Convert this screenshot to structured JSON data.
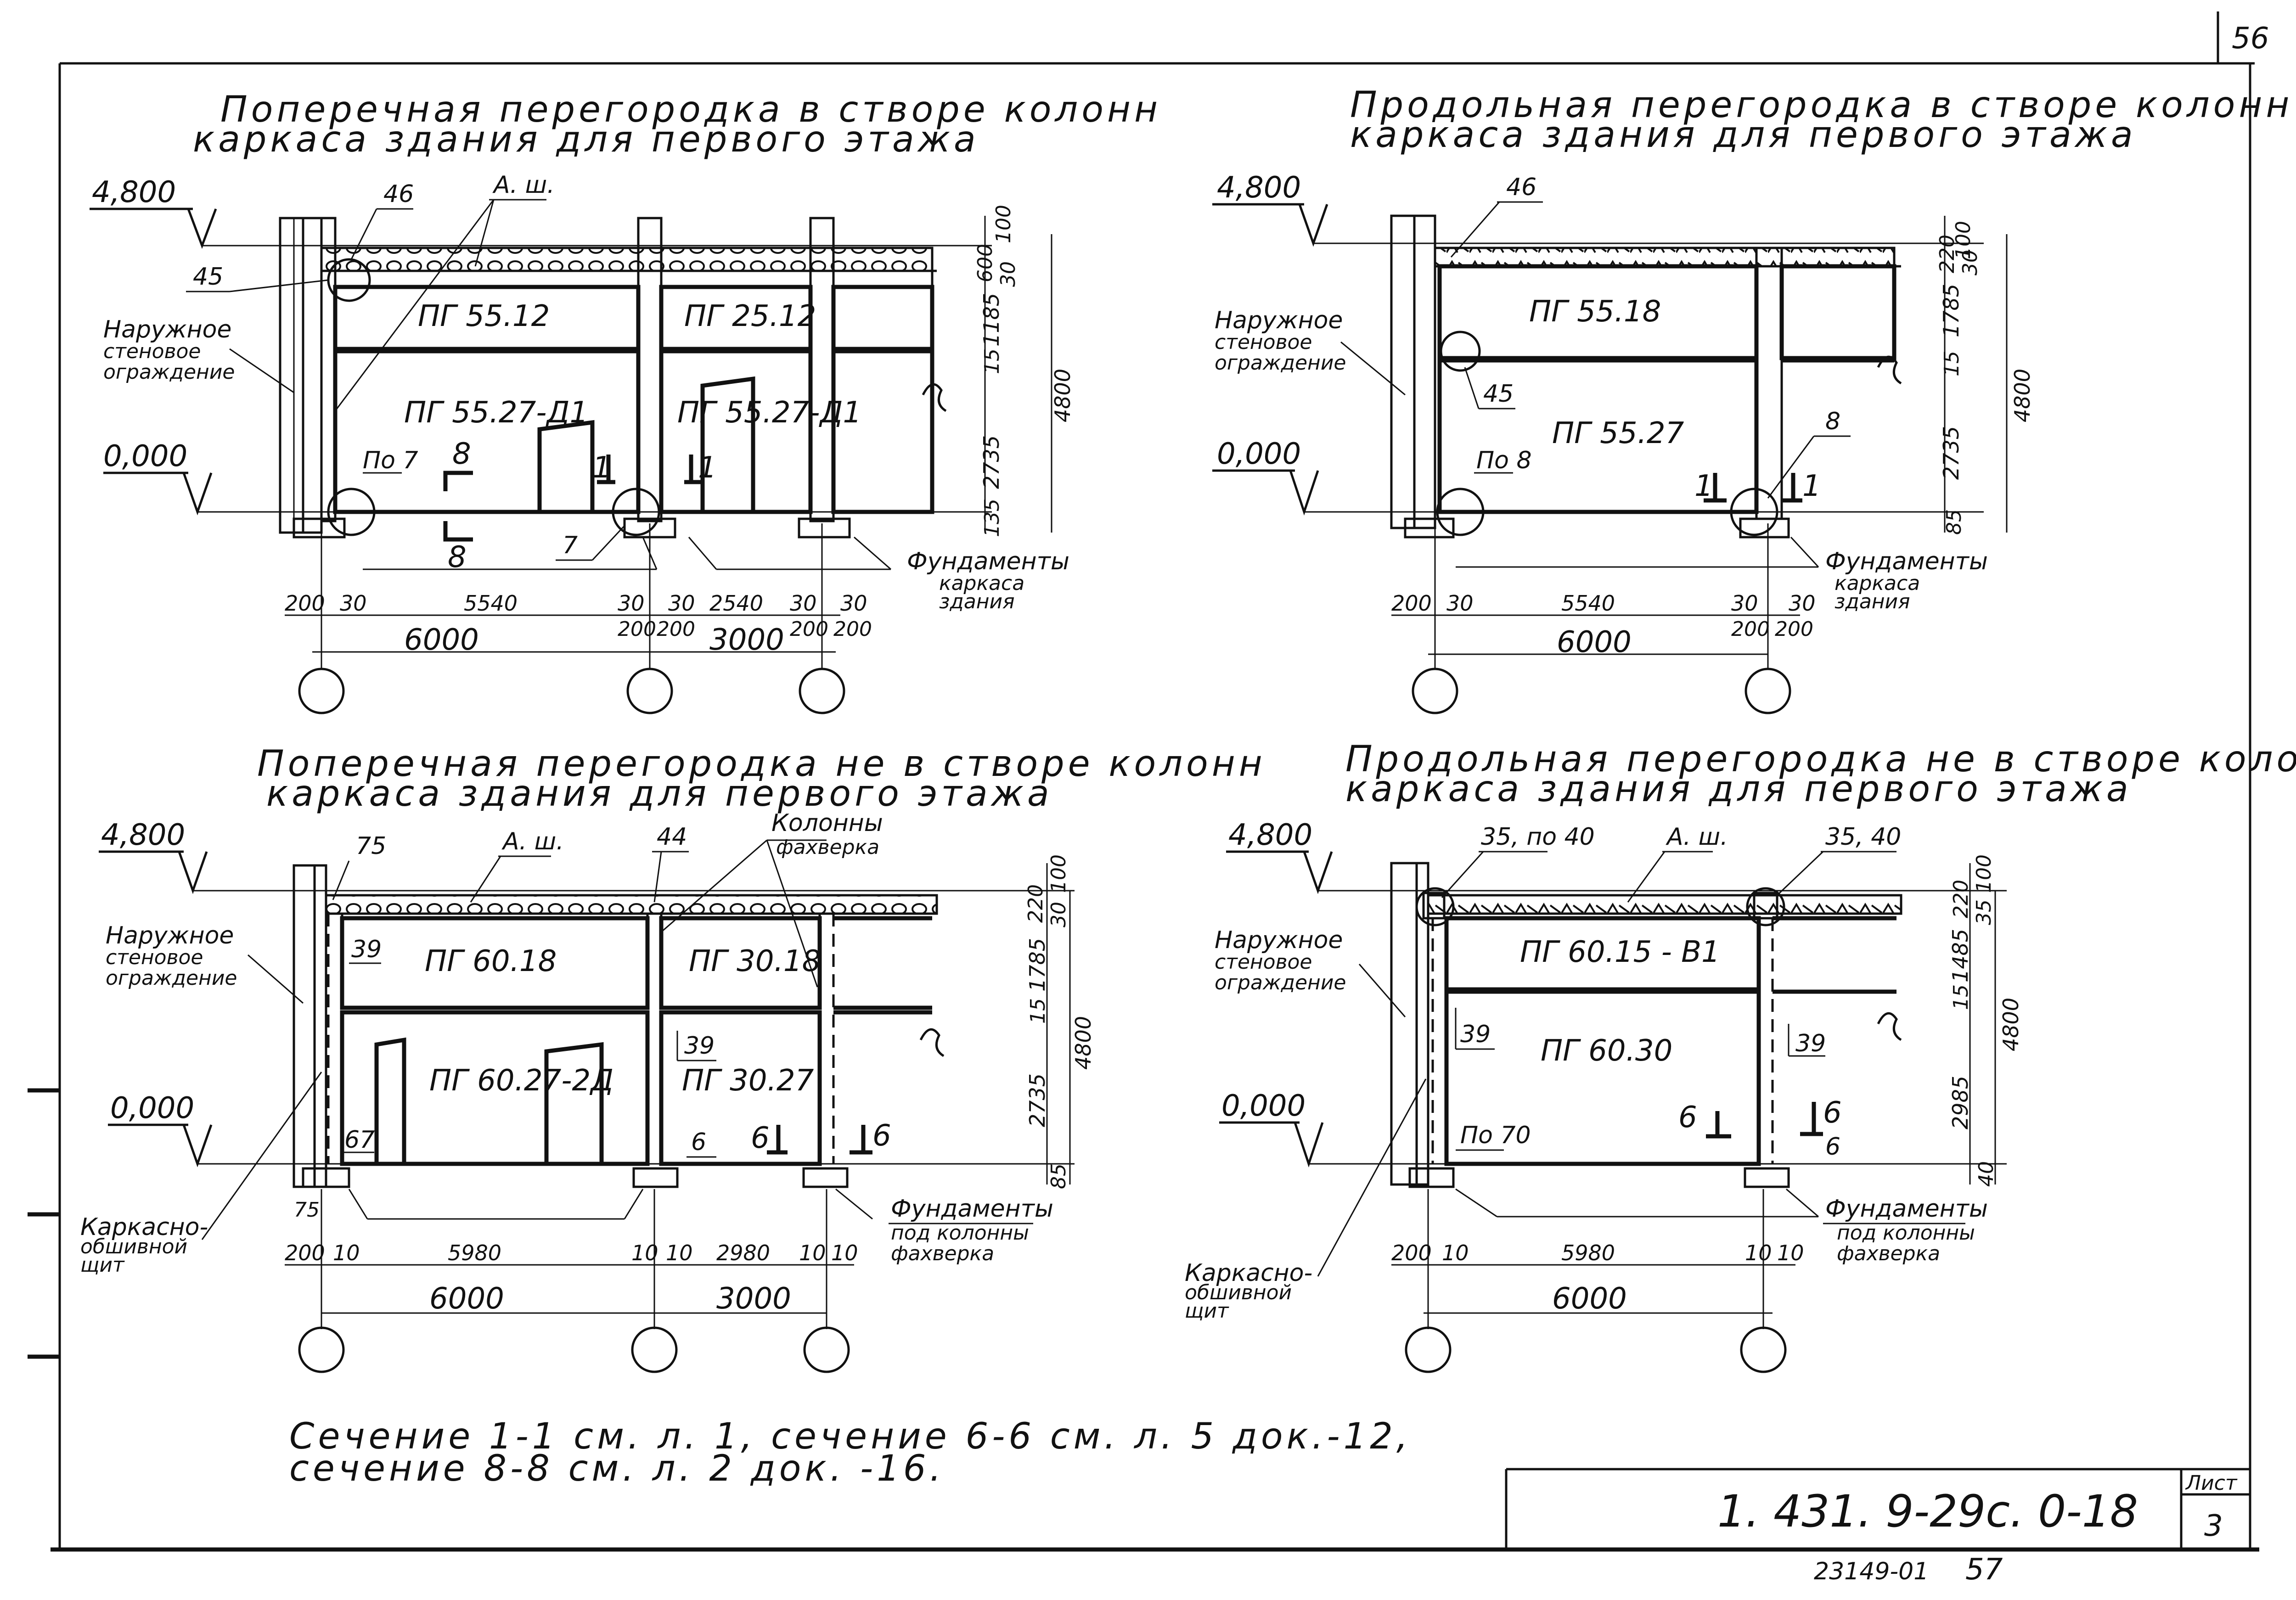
{
  "page_number": "56",
  "views": {
    "tl": {
      "title_1": "Поперечная перегородка в створе колонн",
      "title_2": "каркаса здания для первого этажа",
      "level_top": "4,800",
      "level_zero": "0,000",
      "callout_a": "46",
      "callout_b": "А. ш.",
      "callout_c": "45",
      "wall_label_1": "Наружное",
      "wall_label_2": "стеновое",
      "wall_label_3": "ограждение",
      "panel_1": "ПГ 55.12",
      "panel_2": "ПГ 25.12",
      "panel_3": "ПГ 55.27-Д1",
      "panel_4": "ПГ 55.27-Д1",
      "node_1": "По 7",
      "node_2": "7",
      "section_8_top": "8",
      "section_8_bottom": "8",
      "section_1_left": "1",
      "section_1_right": "1",
      "found_1": "Фундаменты",
      "found_2": "каркаса",
      "found_3": "здания",
      "dim_h_1": "100",
      "dim_h_2": "600",
      "dim_h_3": "30",
      "dim_h_4": "1185",
      "dim_h_5": "15",
      "dim_h_6": "2735",
      "dim_h_7": "135",
      "dim_h_total": "4800",
      "dim_w": [
        "200",
        "30",
        "5540",
        "30",
        "30",
        "2540",
        "30",
        "30"
      ],
      "dim_w_bottom": [
        "200",
        "200",
        "200",
        "200"
      ],
      "axis_1": "6000",
      "axis_2": "3000"
    },
    "tr": {
      "title_1": "Продольная перегородка в створе колонн",
      "title_2": "каркаса здания для первого этажа",
      "level_top": "4,800",
      "level_zero": "0,000",
      "callout_a": "46",
      "callout_b": "45",
      "callout_c": "8",
      "wall_label_1": "Наружное",
      "wall_label_2": "стеновое",
      "wall_label_3": "ограждение",
      "panel_1": "ПГ 55.18",
      "panel_2": "ПГ 55.27",
      "node_1": "По 8",
      "section_1_left": "1",
      "section_1_right": "1",
      "found_1": "Фундаменты",
      "found_2": "каркаса",
      "found_3": "здания",
      "dim_h_1": "100",
      "dim_h_2": "220",
      "dim_h_3": "30",
      "dim_h_4": "1785",
      "dim_h_5": "15",
      "dim_h_6": "2735",
      "dim_h_7": "85",
      "dim_h_total": "4800",
      "dim_w": [
        "200",
        "30",
        "5540",
        "30",
        "30"
      ],
      "dim_w_bottom": [
        "200",
        "200"
      ],
      "axis_1": "6000"
    },
    "bl": {
      "title_1": "Поперечная перегородка не в створе колонн",
      "title_2": "каркаса здания для первого этажа",
      "level_top": "4,800",
      "level_zero": "0,000",
      "callout_a": "75",
      "callout_b": "А. ш.",
      "callout_c": "44",
      "callout_d_1": "Колонны",
      "callout_d_2": "фахверка",
      "wall_label_1": "Наружное",
      "wall_label_2": "стеновое",
      "wall_label_3": "ограждение",
      "panel_1": "ПГ 60.18",
      "panel_2": "ПГ 30.18",
      "panel_3": "ПГ 60.27-2Д",
      "panel_4": "ПГ 30.27",
      "mark_39a": "39",
      "mark_39b": "39",
      "mark_67": "67",
      "mark_75": "75",
      "mark_6": "6",
      "section_6_left": "6",
      "section_6_right": "6",
      "shield_1": "Каркасно-",
      "shield_2": "обшивной",
      "shield_3": "щит",
      "found_1": "Фундаменты",
      "found_2": "под колонны",
      "found_3": "фахверка",
      "dim_h_1": "100",
      "dim_h_2": "220",
      "dim_h_3": "30",
      "dim_h_4": "1785",
      "dim_h_5": "15",
      "dim_h_6": "2735",
      "dim_h_7": "85",
      "dim_h_total": "4800",
      "dim_w": [
        "200",
        "10",
        "5980",
        "10",
        "10",
        "2980",
        "10",
        "10"
      ],
      "axis_1": "6000",
      "axis_2": "3000"
    },
    "br": {
      "title_1": "Продольная перегородка не в створе колонн",
      "title_2": "каркаса здания для первого этажа",
      "level_top": "4,800",
      "level_zero": "0,000",
      "callout_a": "35, по 40",
      "callout_b": "А. ш.",
      "callout_c": "35, 40",
      "wall_label_1": "Наружное",
      "wall_label_2": "стеновое",
      "wall_label_3": "ограждение",
      "panel_1": "ПГ 60.15 - В1",
      "panel_2": "ПГ 60.30",
      "mark_39a": "39",
      "mark_39b": "39",
      "node_1": "По 70",
      "section_6_left": "6",
      "section_6_right": "6",
      "mark_6": "6",
      "shield_1": "Каркасно-",
      "shield_2": "обшивной",
      "shield_3": "щит",
      "found_1": "Фундаменты",
      "found_2": "под колонны",
      "found_3": "фахверка",
      "dim_h_1": "100",
      "dim_h_2": "220",
      "dim_h_3": "35",
      "dim_h_4": "1485",
      "dim_h_5": "15",
      "dim_h_6": "2985",
      "dim_h_7": "40",
      "dim_h_total": "4800",
      "dim_w": [
        "200",
        "10",
        "5980",
        "10",
        "10"
      ],
      "axis_1": "6000"
    }
  },
  "notes": {
    "line_1": "Сечение 1-1 см. л. 1, сечение 6-6 см. л. 5 док.-12,",
    "line_2": "сечение 8-8 см. л. 2 док. -16."
  },
  "stamp": {
    "code": "1. 431. 9-29с. 0-18",
    "sheet_label": "Лист",
    "sheet_no": "3"
  },
  "bottom_code": "23149-01",
  "bottom_page": "57"
}
